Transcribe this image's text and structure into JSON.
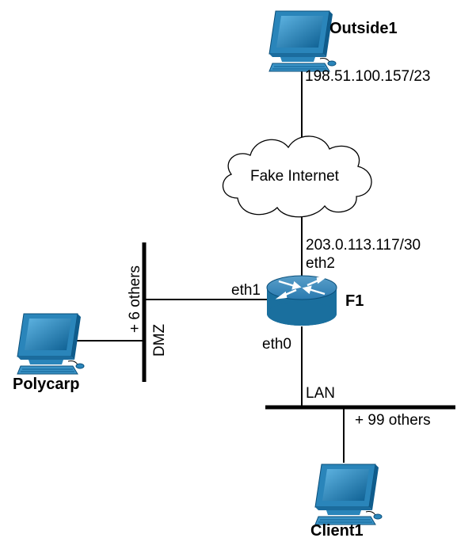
{
  "nodes": {
    "outside1": {
      "name": "Outside1",
      "ip": "198.51.100.157/23"
    },
    "internet": {
      "name": "Fake Internet"
    },
    "f1": {
      "name": "F1",
      "wan_ip": "203.0.113.117/30",
      "if_wan": "eth2",
      "if_dmz": "eth1",
      "if_lan": "eth0"
    },
    "dmz": {
      "name": "DMZ",
      "others": "+ 6 others"
    },
    "polycarp": {
      "name": "Polycarp"
    },
    "lan": {
      "name": "LAN",
      "others": "+ 99 others"
    },
    "client1": {
      "name": "Client1"
    }
  },
  "colors": {
    "router_top": "#3e87b4",
    "router_side": "#1a6f9e",
    "pc_screen": "#1e7ab0",
    "pc_body": "#2a85ba",
    "line": "#000000"
  },
  "icons": {
    "workstation": "workstation-icon",
    "router": "router-icon",
    "cloud": "cloud-icon"
  }
}
